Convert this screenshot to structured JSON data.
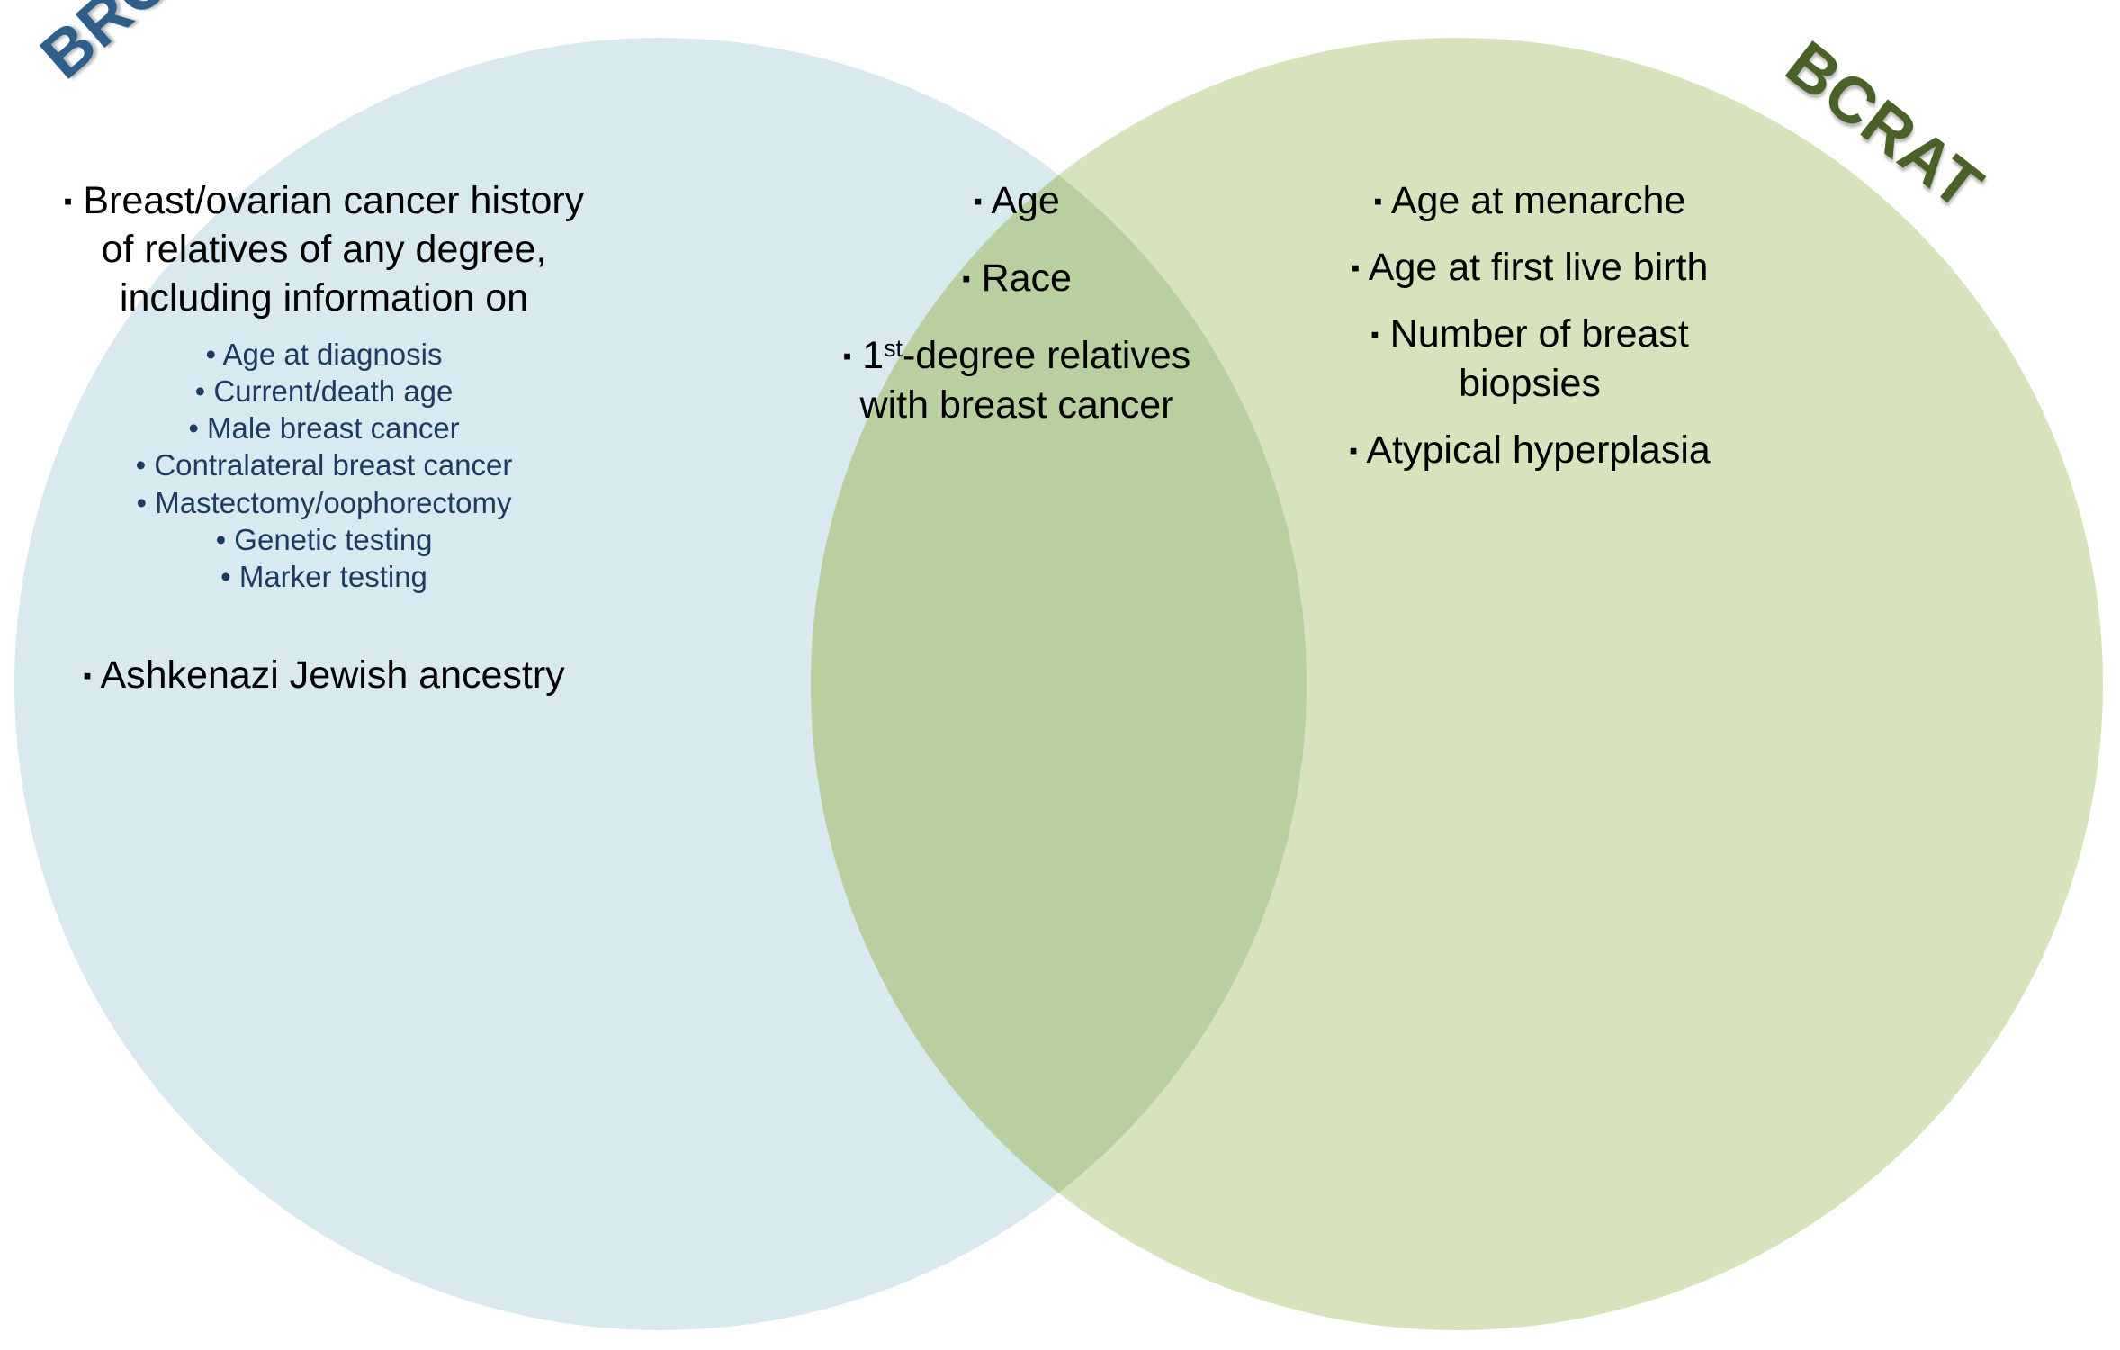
{
  "diagram": {
    "type": "venn",
    "sets": [
      {
        "id": "brcapro",
        "label": "BRCAPRO",
        "color": "#2E5F8A",
        "fill": "#D9E9F0"
      },
      {
        "id": "bcrat",
        "label": "BCRAT",
        "color": "#4A6228",
        "fill": "#D6E3BC"
      }
    ],
    "overlap_fill": "#B8D0A0",
    "sub_bullet_color": "#1F3A5F",
    "bullet_color": "#000000"
  },
  "left": {
    "bullets": [
      "Breast/ovarian cancer history of relatives of any degree, including information on"
    ],
    "sub_bullets": [
      "Age at diagnosis",
      "Current/death age",
      "Male breast cancer",
      "Contralateral breast cancer",
      "Mastectomy/oophorectomy",
      "Genetic testing",
      "Marker testing"
    ],
    "bullets_after": [
      "Ashkenazi Jewish ancestry"
    ]
  },
  "center": {
    "bullets": [
      "Age",
      "Race"
    ],
    "bullet_superscript": {
      "prefix": "1",
      "sup": "st",
      "suffix": "-degree relatives with breast cancer"
    }
  },
  "right": {
    "bullets": [
      "Age at menarche",
      "Age at first live birth",
      "Number of breast biopsies",
      "Atypical hyperplasia"
    ]
  },
  "glyphs": {
    "square_bullet": "▪",
    "round_bullet": "•"
  }
}
